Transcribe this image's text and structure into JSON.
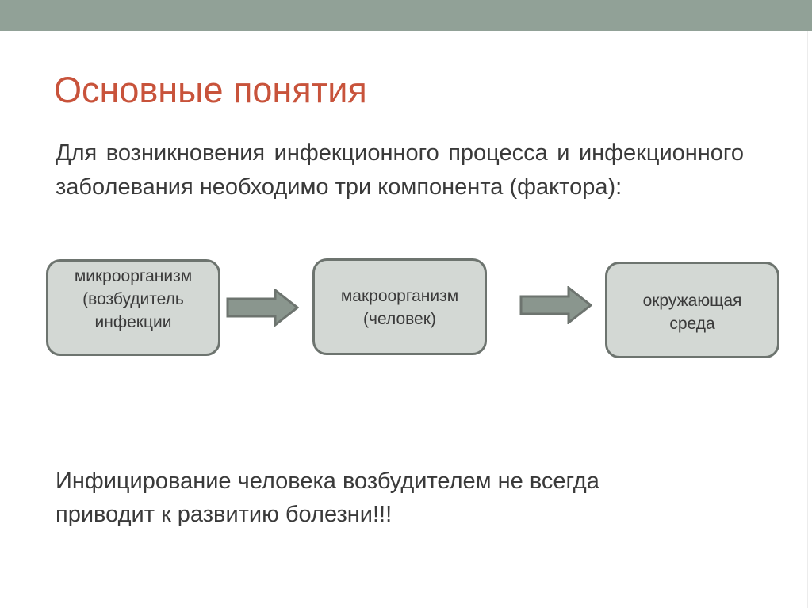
{
  "slide": {
    "title": "Основные понятия",
    "intro": "Для возникновения инфекционного процесса и инфекционного заболевания необходимо три компонента (фактора):",
    "diagram": {
      "boxes": [
        {
          "label": "микроорганизм\n(возбудитель\nинфекции"
        },
        {
          "label": "макроорганизм\n(человек)"
        },
        {
          "label": "окружающая\nсреда"
        }
      ],
      "arrows": [
        "arrow-right-icon",
        "arrow-right-icon"
      ]
    },
    "conclusion_line1": "Инфицирование человека возбудителем не всегда",
    "conclusion_line2": "приводит к развитию болезни!!!"
  },
  "colors": {
    "topbar": "#91a197",
    "title": "#c8533b",
    "box_fill": "#d3d8d4",
    "box_border": "#6d746f",
    "arrow": "#8a968e"
  }
}
